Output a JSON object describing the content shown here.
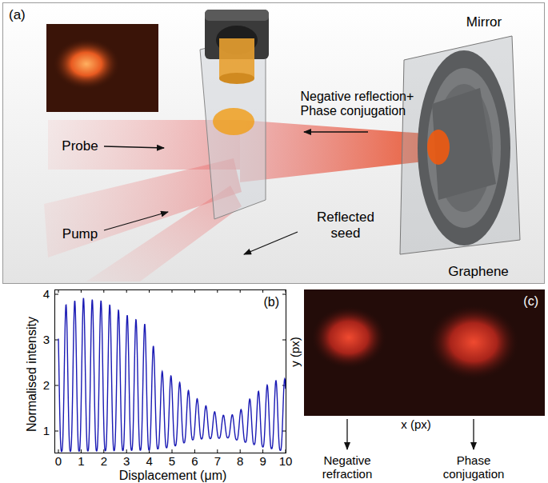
{
  "diagram": {
    "nodes": [
      {
        "text": [
          "(a)"
        ]
      },
      {
        "text": [
          "(b)"
        ]
      },
      {
        "text": [
          "(c)"
        ]
      }
    ],
    "labels": [
      "Probe",
      "Pump",
      "Negative reflection+ Phase conjugation",
      "Reflected seed",
      "Mirror",
      "Graphene",
      "Normalised intensity",
      "0",
      "1",
      "2",
      "3",
      "4",
      "5",
      "6",
      "7",
      "8",
      "9",
      "10",
      "1",
      "2",
      "3",
      "4",
      "Displacement (μm)",
      "y (px)",
      "x (px)",
      "Negative refraction",
      "Phase conjugation"
    ]
  }
}
